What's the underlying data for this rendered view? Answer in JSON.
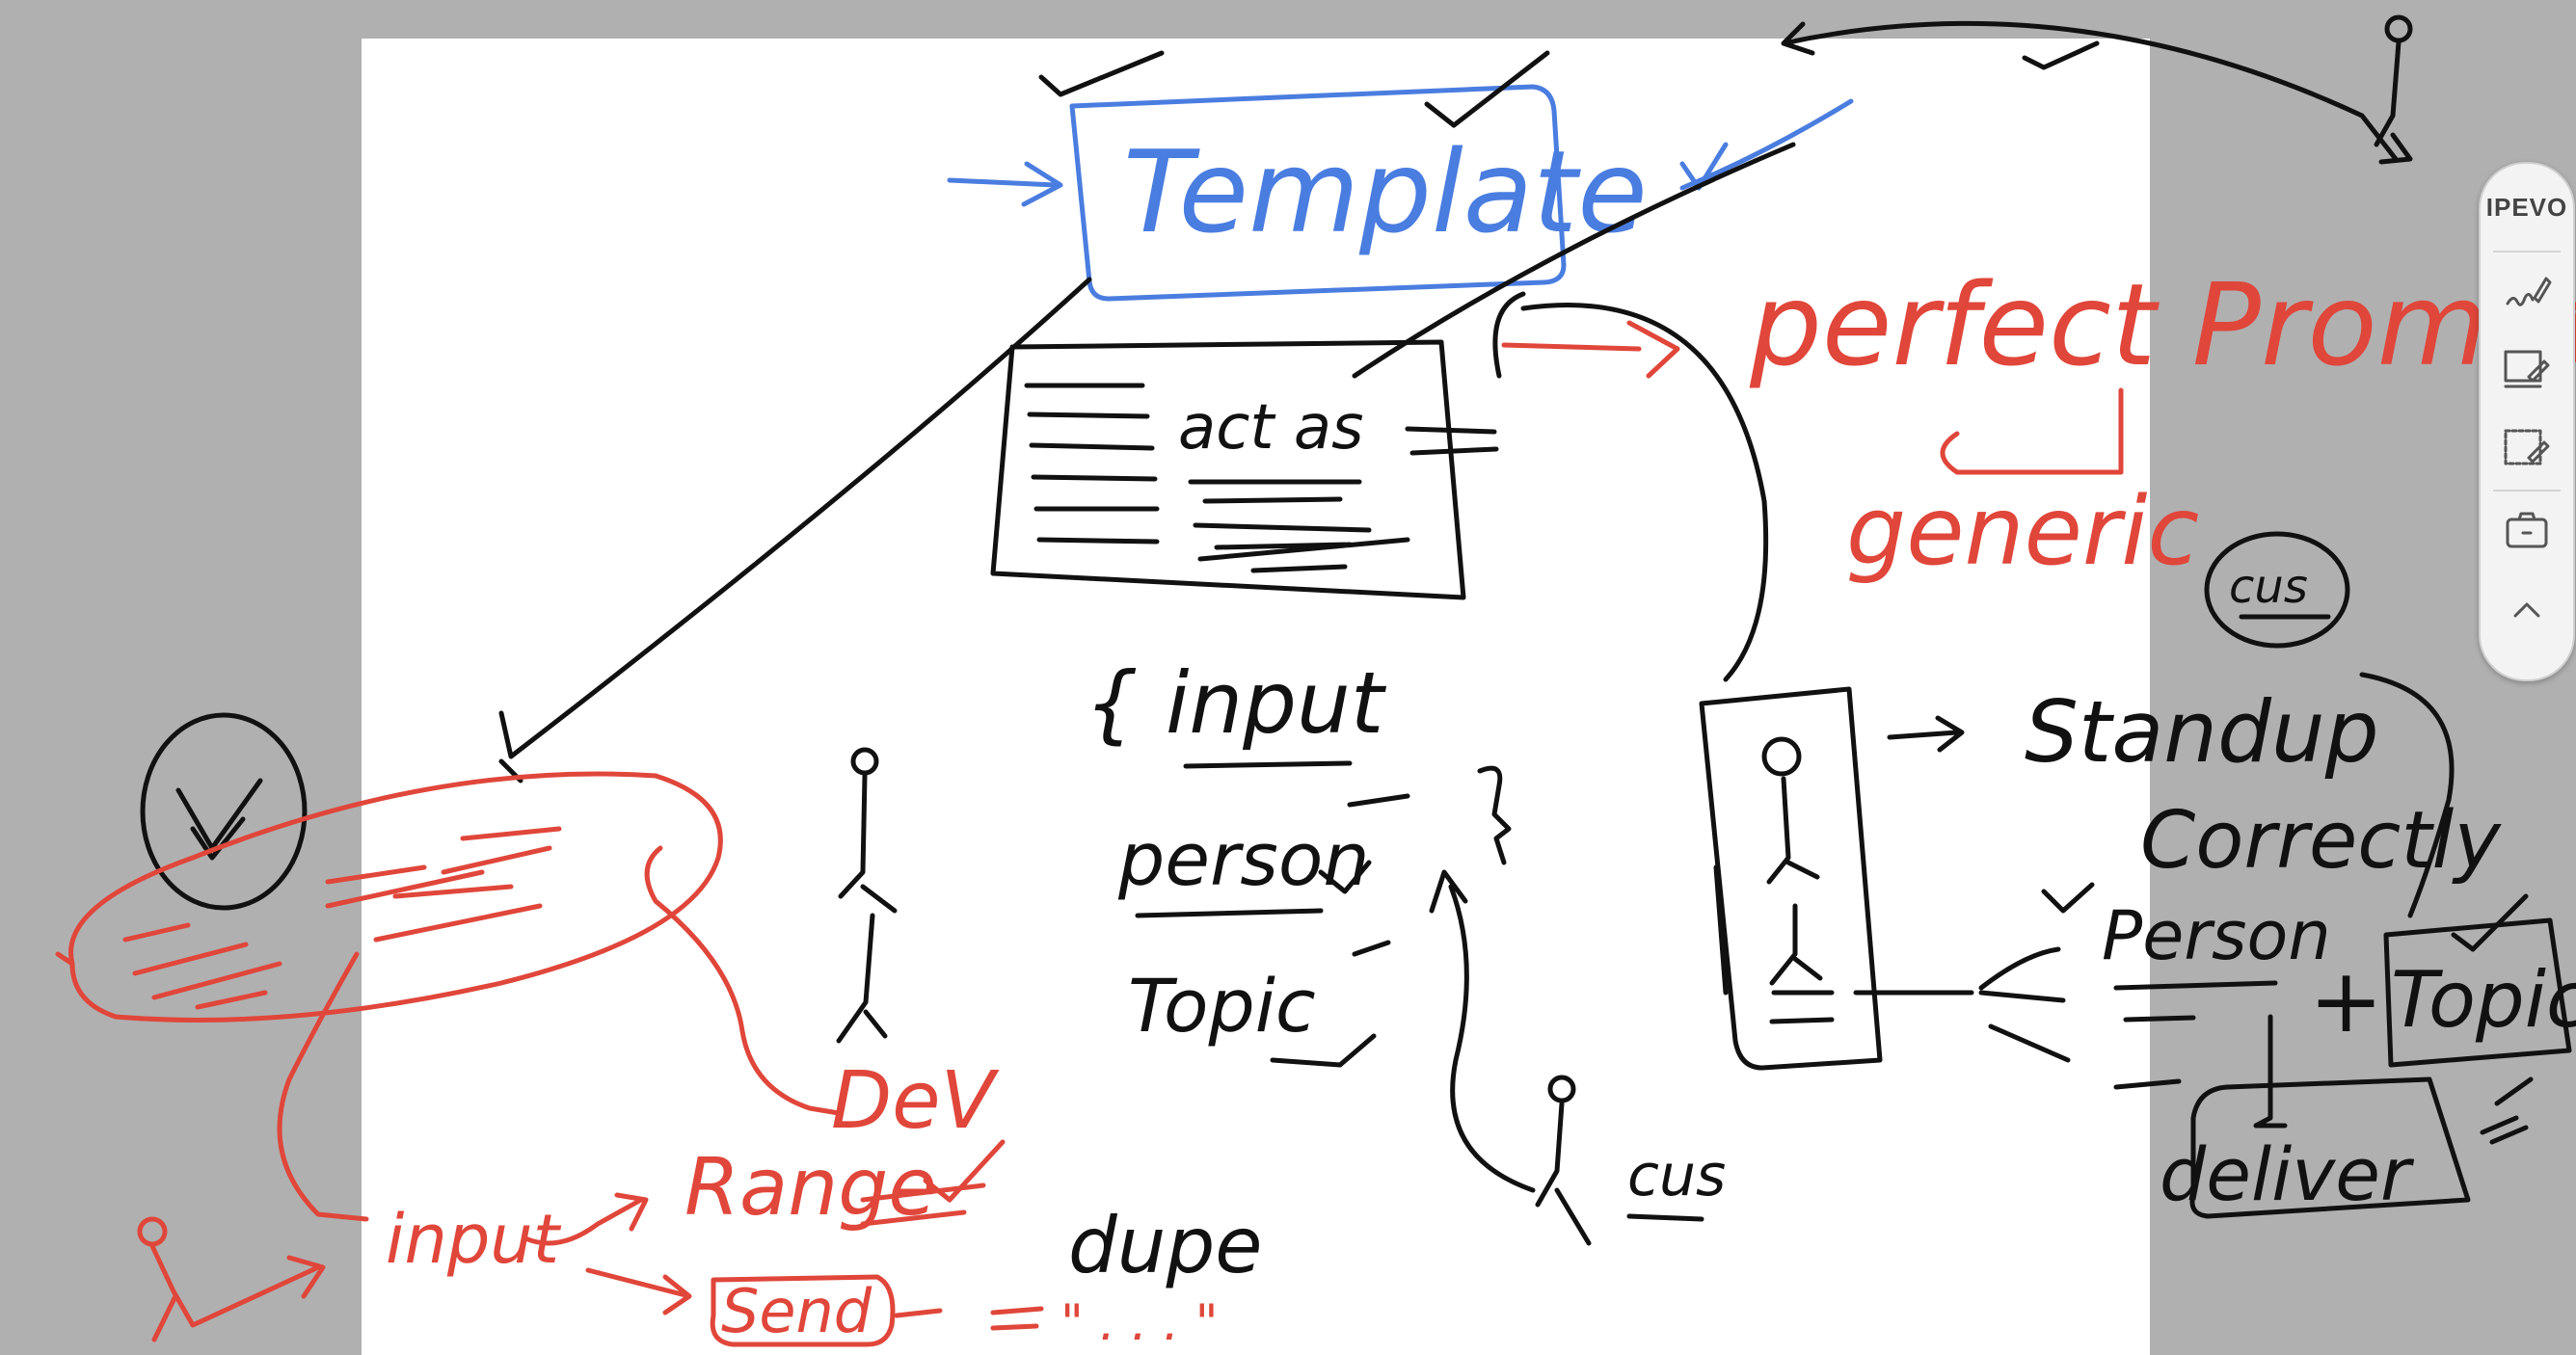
{
  "toolbar": {
    "brand": "IPEVO",
    "tools": [
      "pen-tool-icon",
      "whiteboard-annotate-icon",
      "capture-annotate-icon",
      "camera-icon",
      "collapse-chevron-icon"
    ]
  },
  "colors": {
    "ink_black": "#111111",
    "ink_red": "#e0463a",
    "ink_blue": "#4a7de0",
    "page": "#ffffff",
    "desktop": "#b0b0b0"
  },
  "notes": {
    "template": "Template",
    "perfect_prompt": "perfect Prompt",
    "generic": "generic",
    "act_as": "act as",
    "cus_circle": "cus",
    "input_brace": "{ input",
    "person": "person",
    "topic": "Topic",
    "cus": "cus",
    "standup": "Standup",
    "correctly": "Correctly",
    "person_right": "Person",
    "topic_right": "Topic",
    "plus": "+",
    "deliver": "deliver",
    "dev": "DeV",
    "input_red": "input",
    "range": "Range",
    "send": "Send",
    "dupe": "dupe",
    "quote": "\" . . . \""
  }
}
